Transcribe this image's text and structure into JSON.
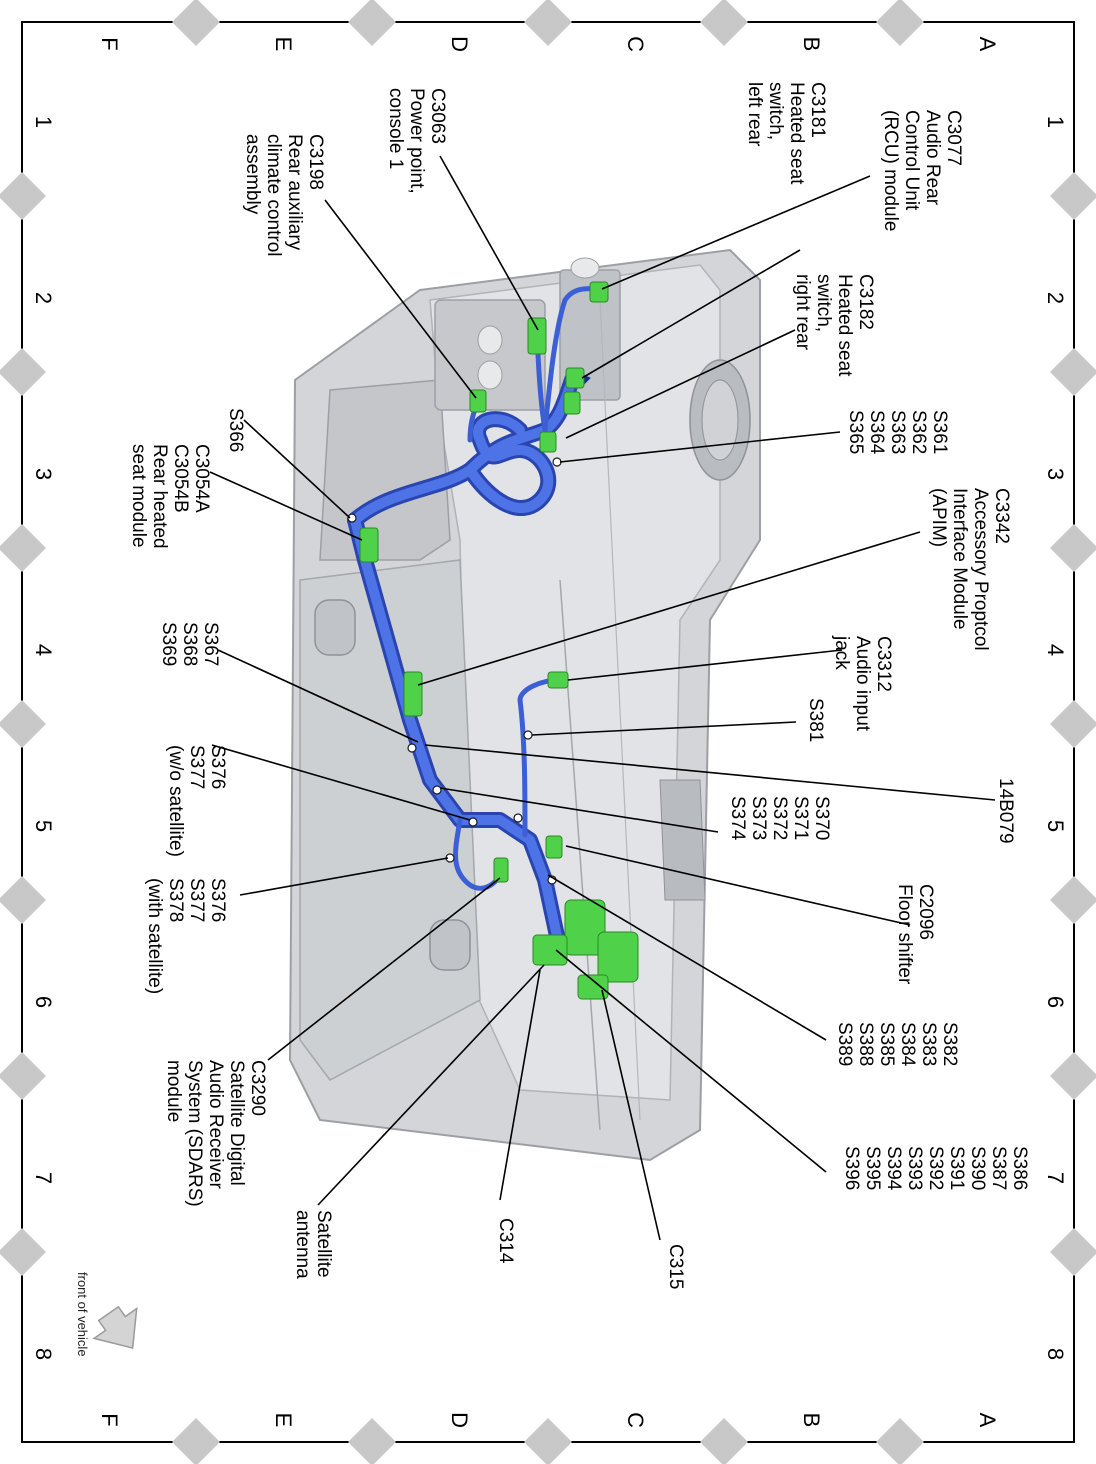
{
  "grid": {
    "rows": [
      "A",
      "B",
      "C",
      "D",
      "E",
      "F"
    ],
    "columns": [
      "1",
      "2",
      "3",
      "4",
      "5",
      "6",
      "7",
      "8"
    ]
  },
  "orientation_label": "front of vehicle",
  "colors": {
    "harness": "#3d5fd6",
    "connector": "#4fd14a",
    "console": "#cfd1d4",
    "border_marker": "#c8c8c8"
  },
  "callouts": [
    {
      "id": "c3077",
      "lines": [
        "C3077",
        "Audio Rear",
        "Control Unit",
        "(RCU) module"
      ]
    },
    {
      "id": "c3181",
      "lines": [
        "C3181",
        "Heated seat",
        "switch,",
        "left rear"
      ]
    },
    {
      "id": "c3063",
      "lines": [
        "C3063",
        "Power point,",
        "console 1"
      ]
    },
    {
      "id": "c3198",
      "lines": [
        "C3198",
        "Rear auxiliary",
        "climate control",
        "assembly"
      ]
    },
    {
      "id": "c3182",
      "lines": [
        "C3182",
        "Heated seat",
        "switch,",
        "right rear"
      ]
    },
    {
      "id": "s361",
      "lines": [
        "S361",
        "S362",
        "S363",
        "S364",
        "S365"
      ]
    },
    {
      "id": "s366",
      "lines": [
        "S366"
      ]
    },
    {
      "id": "c3054",
      "lines": [
        "C3054A",
        "C3054B",
        "Rear heated",
        "seat module"
      ]
    },
    {
      "id": "c3342",
      "lines": [
        "C3342",
        "Accessory Proptcol",
        "Interface Module",
        "(APIM)"
      ]
    },
    {
      "id": "c3312",
      "lines": [
        "C3312",
        "Audio input",
        "jack"
      ]
    },
    {
      "id": "s381",
      "lines": [
        "S381"
      ]
    },
    {
      "id": "s367",
      "lines": [
        "S367",
        "S368",
        "S369"
      ]
    },
    {
      "id": "s376a",
      "lines": [
        "S376",
        "S377",
        "(w/o satellite)"
      ]
    },
    {
      "id": "b14b079",
      "lines": [
        "14B079"
      ]
    },
    {
      "id": "s370",
      "lines": [
        "S370",
        "S371",
        "S372",
        "S373",
        "S374"
      ]
    },
    {
      "id": "c2096",
      "lines": [
        "C2096",
        "Floor shifter"
      ]
    },
    {
      "id": "s376b",
      "lines": [
        "S376",
        "S377",
        "S378",
        "(with satellite)"
      ]
    },
    {
      "id": "s382",
      "lines": [
        "S382",
        "S383",
        "S384",
        "S385",
        "S388",
        "S389"
      ]
    },
    {
      "id": "c3290",
      "lines": [
        "C3290",
        "Satellite Digital",
        "Audio Receiver",
        "System (SDARS)",
        "module"
      ]
    },
    {
      "id": "s386",
      "lines": [
        "S386",
        "S387",
        "S390",
        "S391",
        "S392",
        "S393",
        "S394",
        "S395",
        "S396"
      ]
    },
    {
      "id": "satant",
      "lines": [
        "Satellite",
        "antenna"
      ]
    },
    {
      "id": "c314",
      "lines": [
        "C314"
      ]
    },
    {
      "id": "c315",
      "lines": [
        "C315"
      ]
    }
  ]
}
